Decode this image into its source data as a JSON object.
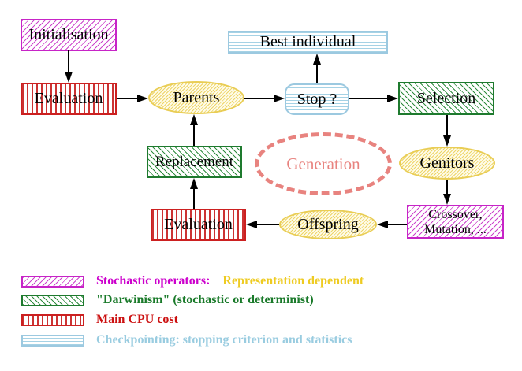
{
  "nodes": {
    "initialisation": "Initialisation",
    "evaluation_top": "Evaluation",
    "parents": "Parents",
    "best_individual": "Best individual",
    "stop": "Stop ?",
    "selection": "Selection",
    "genitors": "Genitors",
    "crossover_line1": "Crossover,",
    "crossover_line2": "Mutation, ...",
    "offspring": "Offspring",
    "evaluation_bottom": "Evaluation",
    "replacement": "Replacement",
    "generation": "Generation"
  },
  "legend": {
    "rows": [
      {
        "label": "Stochastic operators:",
        "label2": "Representation dependent"
      },
      {
        "label": "\"Darwinism\" (stochastic or determinist)"
      },
      {
        "label": "Main CPU cost"
      },
      {
        "label": "Checkpointing: stopping criterion and statistics"
      }
    ]
  },
  "colors": {
    "magenta": "#cc00cc",
    "green": "#1e7a2e",
    "red": "#cc1111",
    "light_blue": "#99cce0",
    "yellow_text": "#eecb22",
    "yellow_fill_border": "#e9cd55",
    "salmon": "#e8837f",
    "arrow": "#000000"
  }
}
